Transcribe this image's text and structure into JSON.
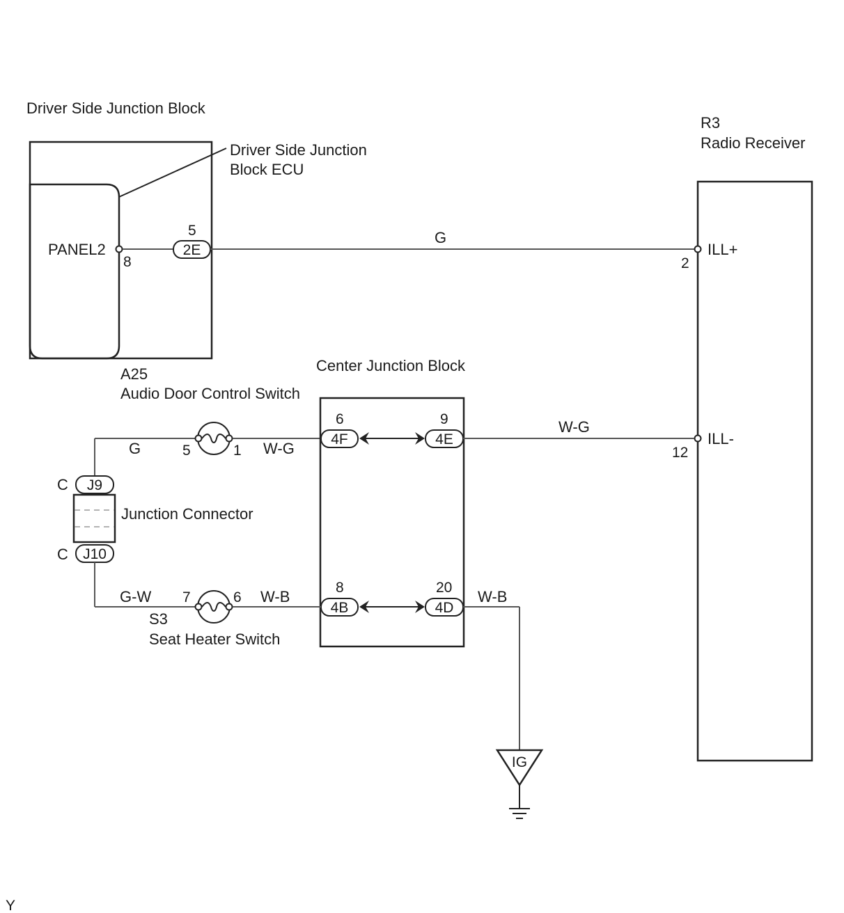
{
  "components": {
    "driver_jb": {
      "title": "Driver Side Junction Block",
      "ecu_label_line1": "Driver Side Junction",
      "ecu_label_line2": "Block ECU",
      "terminal_name": "PANEL2",
      "terminal_pin": "8",
      "connector": "2E",
      "connector_pin": "5"
    },
    "radio": {
      "code": "R3",
      "name": "Radio Receiver",
      "terminal_plus": "ILL+",
      "pin_plus": "2",
      "terminal_minus": "ILL-",
      "pin_minus": "12"
    },
    "audio_switch": {
      "code": "A25",
      "name": "Audio Door Control Switch",
      "pin_left": "5",
      "pin_right": "1"
    },
    "center_jb": {
      "title": "Center Junction Block",
      "connector_4f": "4F",
      "pin_4f": "6",
      "connector_4e": "4E",
      "pin_4e": "9",
      "connector_4b": "4B",
      "pin_4b": "8",
      "connector_4d": "4D",
      "pin_4d": "20"
    },
    "junction_connector": {
      "name": "Junction Connector",
      "upper": "J9",
      "upper_prefix": "C",
      "lower": "J10",
      "lower_prefix": "C"
    },
    "seat_heater_switch": {
      "code": "S3",
      "name": "Seat Heater Switch",
      "pin_left": "7",
      "pin_right": "6"
    },
    "ground": {
      "label": "IG"
    }
  },
  "wires": {
    "top": "G",
    "audio_left": "G",
    "audio_right": "W-G",
    "to_radio_minus": "W-G",
    "seat_left": "G-W",
    "seat_right": "W-B",
    "to_ground": "W-B"
  },
  "footer_code": "Y"
}
